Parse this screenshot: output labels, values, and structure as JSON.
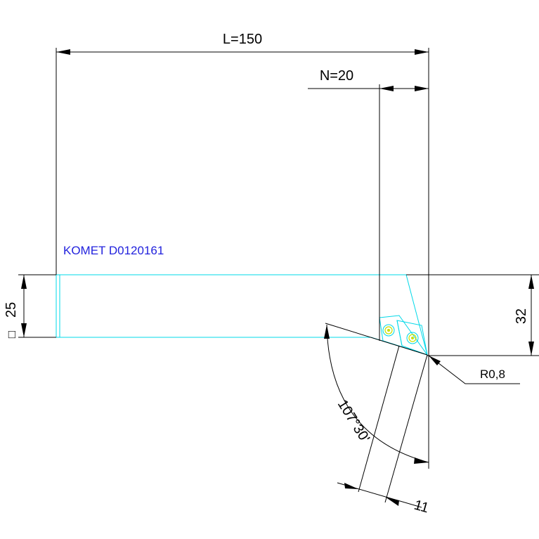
{
  "dimensions": {
    "overall_length": "L=150",
    "nose_length": "N=20",
    "shank_section": "25",
    "shank_section_symbol": "□",
    "cutting_height": "32",
    "nose_radius": "R0,8",
    "approach_angle": "107°30'",
    "insert_width": "11"
  },
  "part_label": "KOMET D0120161",
  "colors": {
    "outline": "#00d8e8",
    "dimension": "#000000",
    "label": "#2222dd",
    "screw": "#c8e000"
  }
}
